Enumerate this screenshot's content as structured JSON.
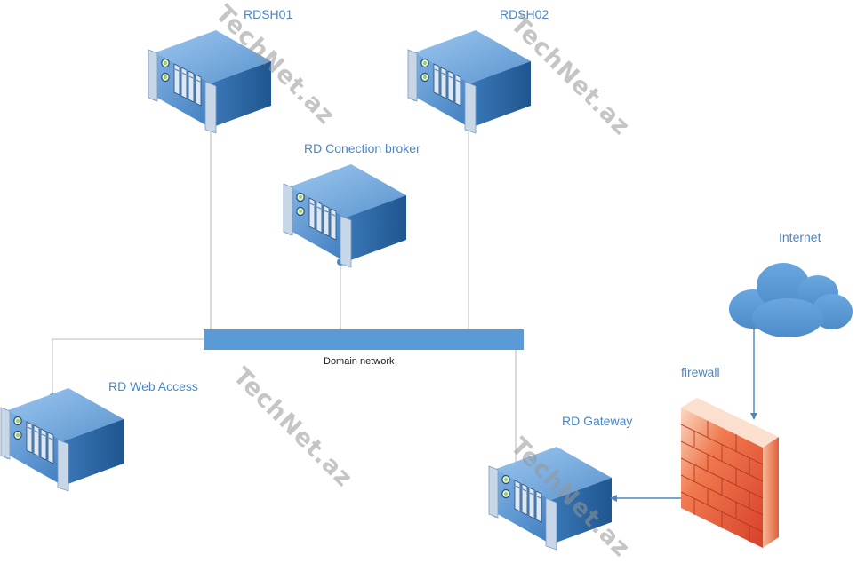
{
  "nodes": {
    "rdsh01": "RDSH01",
    "rdsh02": "RDSH02",
    "broker": "RD Conection broker",
    "web_access": "RD Web Access",
    "gateway": "RD Gateway",
    "firewall": "firewall",
    "internet": "Internet"
  },
  "network": {
    "label": "Domain network"
  },
  "watermark": "TechNet.az",
  "colors": {
    "server_front": "#5b95cf",
    "server_top": "#8ab9e8",
    "server_side": "#2f6aa8",
    "bus": "#5b9bd5",
    "connector": "#c8c8c8",
    "arrow": "#4a86c5",
    "cloud": "#5b9bd5",
    "firewall": "#e8543a",
    "label": "#4a86c5"
  }
}
